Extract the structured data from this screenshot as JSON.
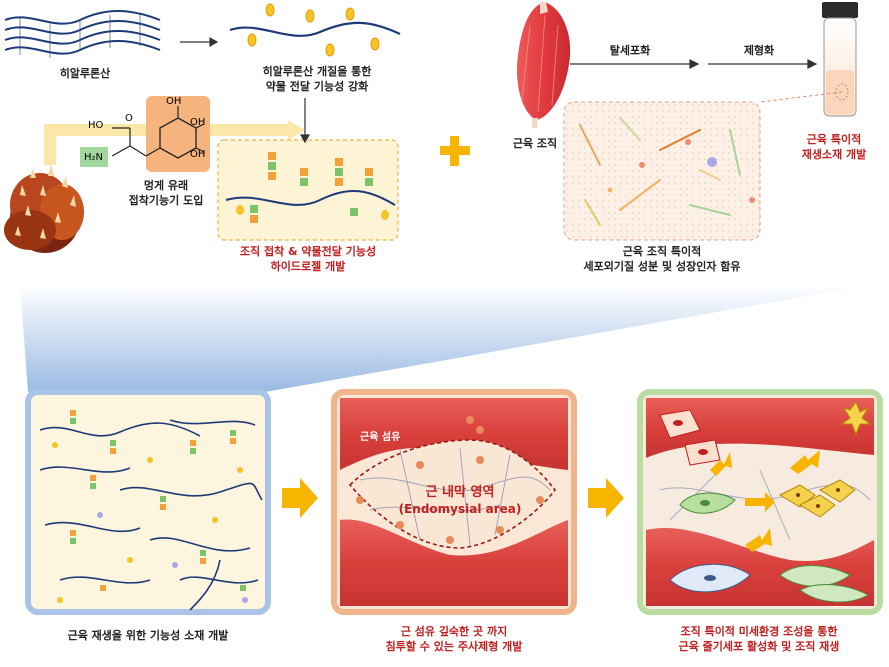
{
  "top": {
    "hyaluronic_acid": "히알루론산",
    "modified_line1": "히알루론산 개질을 통한",
    "modified_line2": "약물 전달 기능성 강화",
    "mussel_line1": "멍게 유래",
    "mussel_line2": "접착기능기 도입",
    "hydrogel_line1": "조직 접착 & 약물전달 기능성",
    "hydrogel_line2": "하이드로젤 개발",
    "muscle_tissue": "근육 조직",
    "decell": "탈세포화",
    "formulation": "제형화",
    "specific_line1": "근육 특이적",
    "specific_line2": "재생소재 개발",
    "ecm_line1": "근육 조직 특이적",
    "ecm_line2": "세포외기질 성분 및 성장인자 함유",
    "plus": "+"
  },
  "molecule": {
    "ho": "HO",
    "o": "O",
    "oh1": "OH",
    "oh2": "OH",
    "oh3": "OH",
    "h2n": "H₂N"
  },
  "bottom": {
    "panel1_caption": "근육 재생을 위한 기능성 소재 개발",
    "panel2_fiber": "근육 섬유",
    "panel2_area_ko": "근 내막 영역",
    "panel2_area_en": "(Endomysial area)",
    "panel2_caption_line1": "근 섬유 깊숙한 곳 까지",
    "panel2_caption_line2": "침투할 수 있는 주사제형 개발",
    "panel3_caption_line1": "조직 특이적 미세환경 조성을 통한",
    "panel3_caption_line2": "근육 줄기세포 활성화 및 조직 재생"
  },
  "colors": {
    "accent_red": "#c0201f",
    "arrow_yellow": "#f7b500",
    "panel1_border": "#a9c4e6",
    "panel2_border": "#f2b48a",
    "panel3_border": "#b9dca0"
  }
}
